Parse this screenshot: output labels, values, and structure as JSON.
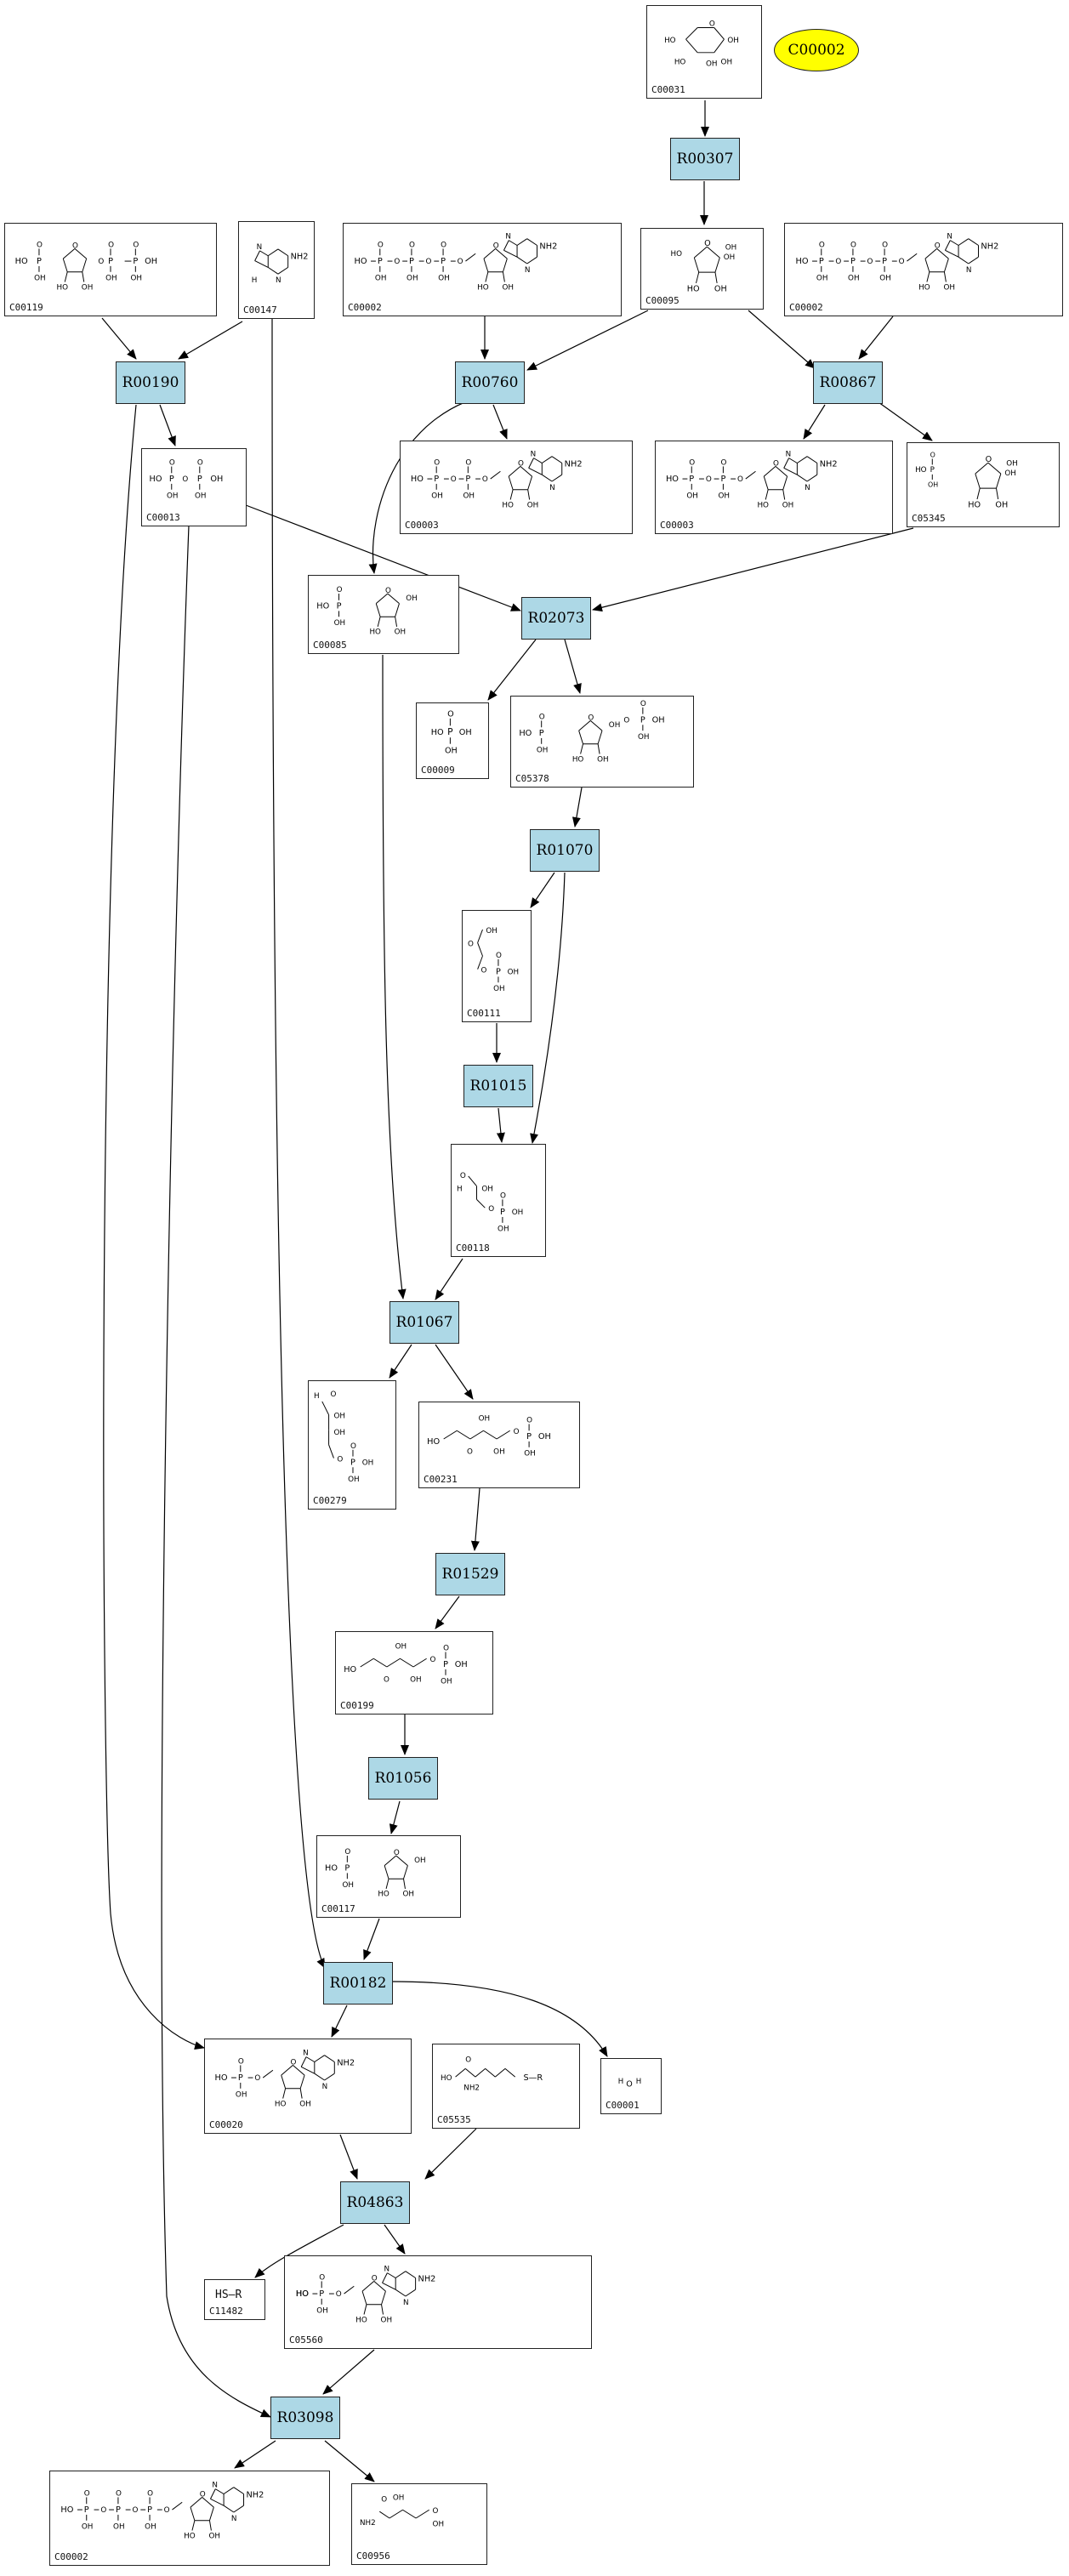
{
  "highlight": {
    "label": "C00002"
  },
  "reactions": [
    {
      "id": "R00307"
    },
    {
      "id": "R00190"
    },
    {
      "id": "R00760"
    },
    {
      "id": "R00867"
    },
    {
      "id": "R02073"
    },
    {
      "id": "R01070"
    },
    {
      "id": "R01015"
    },
    {
      "id": "R01067"
    },
    {
      "id": "R01529"
    },
    {
      "id": "R01056"
    },
    {
      "id": "R00182"
    },
    {
      "id": "R04863"
    },
    {
      "id": "R03098"
    }
  ],
  "compounds": [
    {
      "key": "c00031",
      "id": "C00031"
    },
    {
      "key": "c00119",
      "id": "C00119"
    },
    {
      "key": "c00147",
      "id": "C00147"
    },
    {
      "key": "c00002a",
      "id": "C00002"
    },
    {
      "key": "c00095",
      "id": "C00095"
    },
    {
      "key": "c00002b",
      "id": "C00002"
    },
    {
      "key": "c00013",
      "id": "C00013"
    },
    {
      "key": "c00003a",
      "id": "C00003"
    },
    {
      "key": "c00003b",
      "id": "C00003"
    },
    {
      "key": "c05345",
      "id": "C05345"
    },
    {
      "key": "c00085",
      "id": "C00085"
    },
    {
      "key": "c00009",
      "id": "C00009"
    },
    {
      "key": "c05378",
      "id": "C05378"
    },
    {
      "key": "c00111",
      "id": "C00111"
    },
    {
      "key": "c00118",
      "id": "C00118"
    },
    {
      "key": "c00279",
      "id": "C00279"
    },
    {
      "key": "c00231",
      "id": "C00231"
    },
    {
      "key": "c00199",
      "id": "C00199"
    },
    {
      "key": "c00117",
      "id": "C00117"
    },
    {
      "key": "c00020",
      "id": "C00020"
    },
    {
      "key": "c05535",
      "id": "C05535"
    },
    {
      "key": "c00001",
      "id": "C00001"
    },
    {
      "key": "c11482",
      "id": "C11482",
      "formula": "HS—R"
    },
    {
      "key": "c05560",
      "id": "C05560"
    },
    {
      "key": "c00002c",
      "id": "C00002"
    },
    {
      "key": "c00956",
      "id": "C00956"
    }
  ],
  "structure_text": {
    "oh": "OH",
    "ho": "HO",
    "o": "O",
    "p": "P",
    "nh2": "NH2",
    "n": "N",
    "h": "H",
    "hs_r": "HS—R",
    "s_r": "S—R"
  }
}
